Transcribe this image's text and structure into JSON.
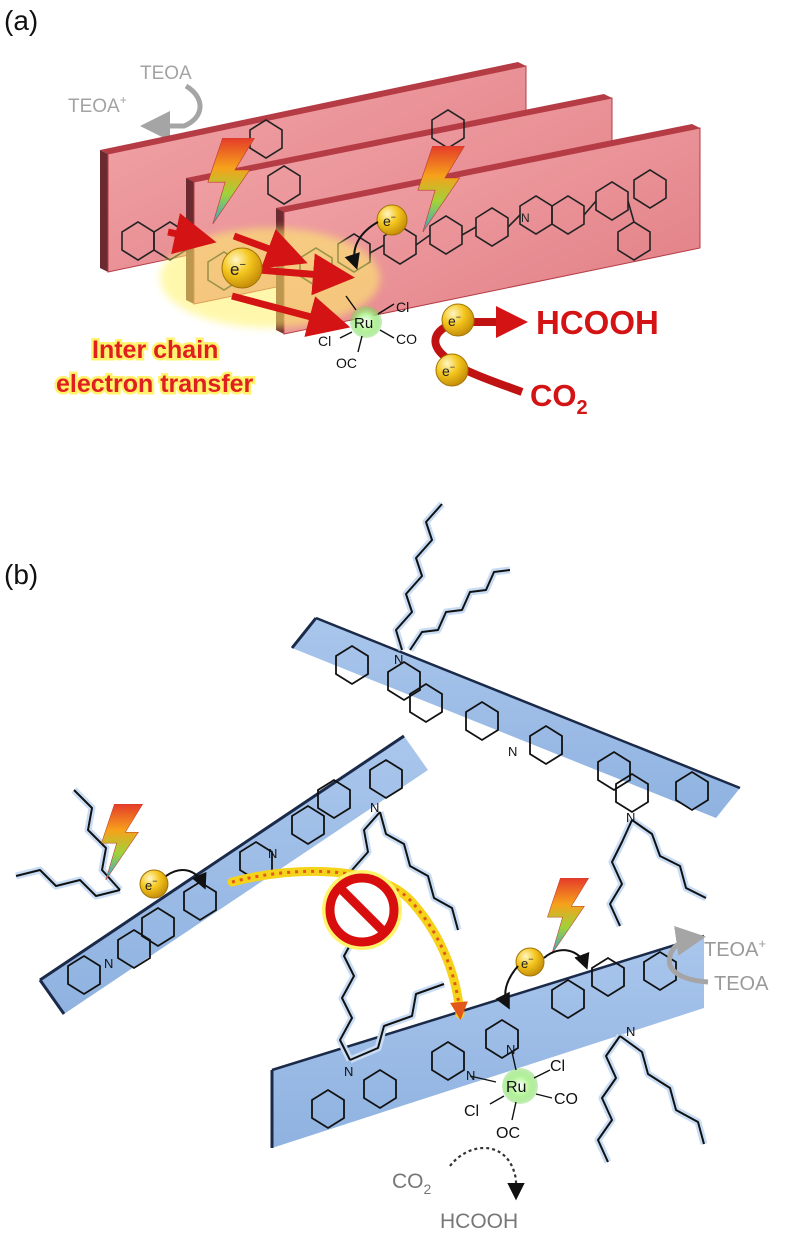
{
  "panel_a": {
    "label": "(a)",
    "teoa": "TEOA",
    "teoa_plus": "TEOA",
    "teoa_plus_sup": "+",
    "electron": "e",
    "electron_sup": "−",
    "ru": "Ru",
    "cl_top": "Cl",
    "cl_left": "Cl",
    "co_right": "CO",
    "oc_bottom": "OC",
    "n_atom": "N",
    "transfer_line1": "Inter chain",
    "transfer_line2": "electron transfer",
    "product": "HCOOH",
    "reactant": "CO",
    "reactant_sub": "2"
  },
  "panel_b": {
    "label": "(b)",
    "teoa_plus": "TEOA",
    "teoa_plus_sup": "+",
    "teoa": "TEOA",
    "electron": "e",
    "electron_sup": "−",
    "ru": "Ru",
    "cl_top": "Cl",
    "cl_left": "Cl",
    "co_right": "CO",
    "oc_bottom": "OC",
    "n_atom": "N",
    "reactant": "CO",
    "reactant_sub": "2",
    "product": "HCOOH"
  },
  "colors": {
    "pink_sheet": "#e8888e",
    "blue_sheet": "#9dbde6",
    "electron": "#f2c21b",
    "red_arrow": "#d41414",
    "gray_text": "#8c8c8c",
    "ru_glow": "#7ee05f"
  }
}
